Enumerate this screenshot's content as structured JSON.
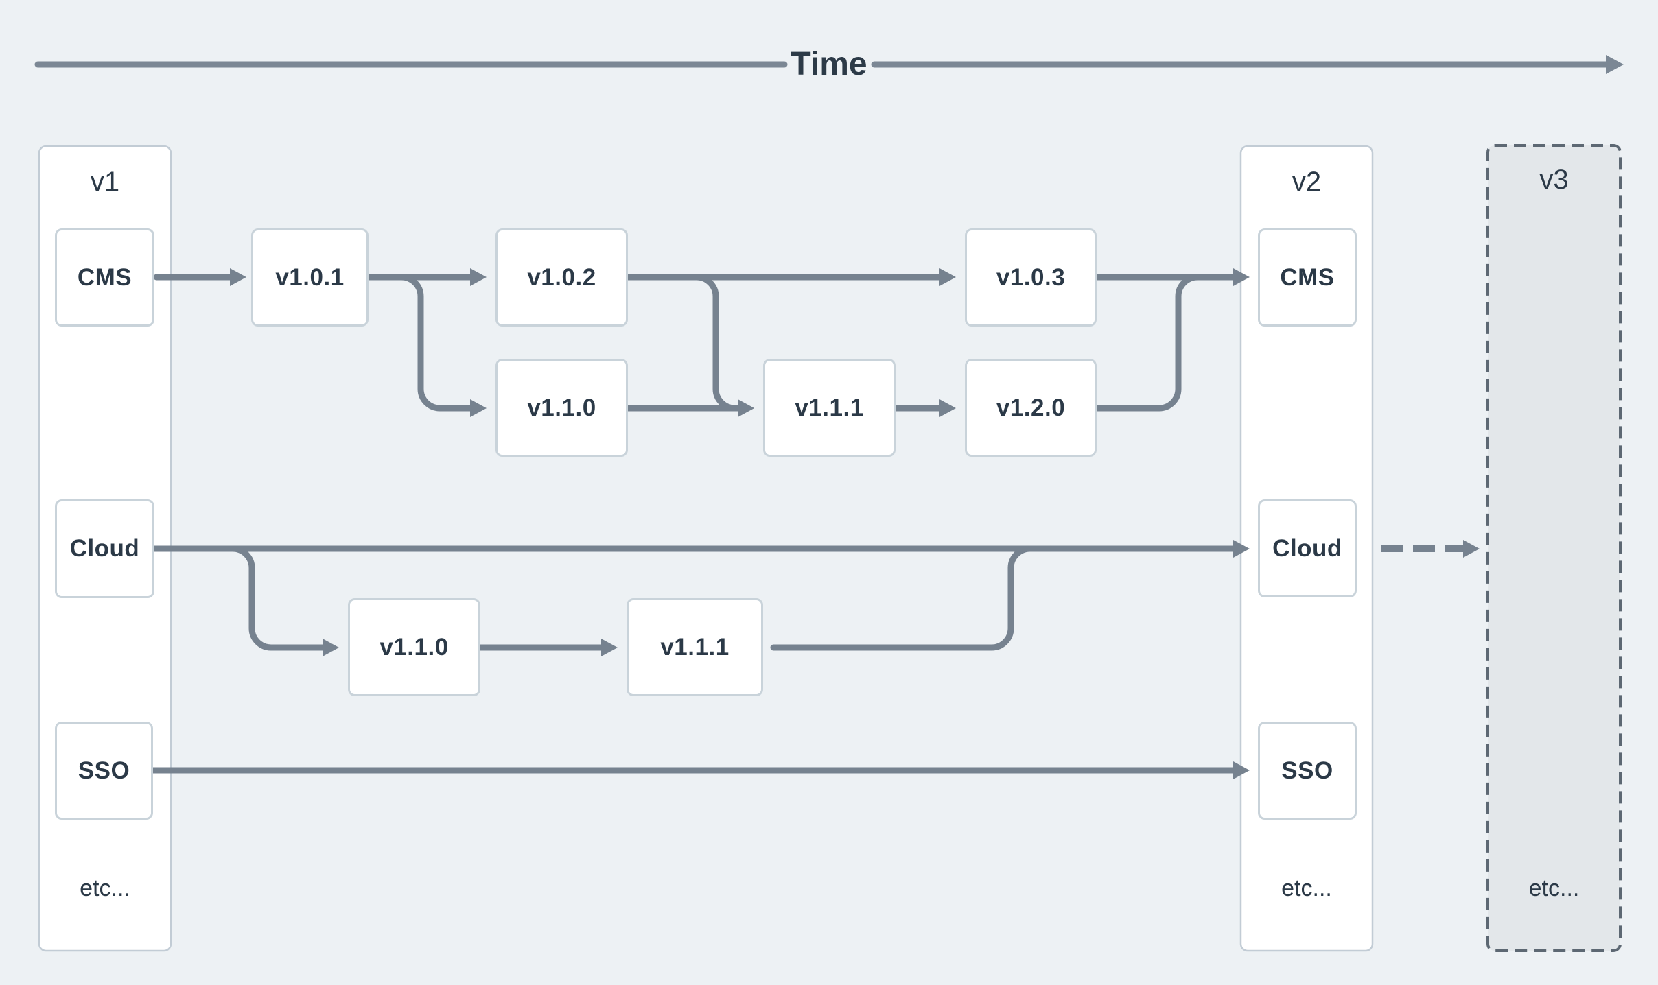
{
  "page": {
    "title_label": "Time"
  },
  "colors": {
    "background": "#edf1f4",
    "arrow": "#76828f",
    "time_line": "#7b8794",
    "text": "#2b3947",
    "box_fill": "#ffffff",
    "box_border": "#c9d3da",
    "column_fill": "#ffffff",
    "column_border": "#c2ccd5",
    "v3_fill": "#e3e7ea",
    "v3_border": "#5d6873"
  },
  "columns": [
    {
      "label": "v1",
      "etc_label": "etc...",
      "variant": "solid"
    },
    {
      "label": "v2",
      "etc_label": "etc...",
      "variant": "solid"
    },
    {
      "label": "v3",
      "etc_label": "etc...",
      "variant": "dashed-planned"
    }
  ],
  "tracks": [
    {
      "name": "CMS",
      "nodes": [
        {
          "id": "cms-v1",
          "label": "CMS"
        },
        {
          "id": "v1.0.1",
          "label": "v1.0.1"
        },
        {
          "id": "v1.0.2",
          "label": "v1.0.2"
        },
        {
          "id": "v1.1.0",
          "label": "v1.1.0"
        },
        {
          "id": "v1.1.1",
          "label": "v1.1.1"
        },
        {
          "id": "v1.0.3",
          "label": "v1.0.3"
        },
        {
          "id": "v1.2.0",
          "label": "v1.2.0"
        },
        {
          "id": "cms-v2",
          "label": "CMS"
        }
      ],
      "edges": [
        "cms-v1 -> v1.0.1",
        "v1.0.1 -> v1.0.2",
        "v1.0.1 -> v1.1.0",
        "v1.0.2 -> v1.0.3",
        "v1.0.2 -> v1.1.1",
        "v1.1.0 -> v1.1.1",
        "v1.1.1 -> v1.2.0",
        "v1.0.3 -> cms-v2",
        "v1.2.0 -> cms-v2"
      ]
    },
    {
      "name": "Cloud",
      "nodes": [
        {
          "id": "cloud-v1",
          "label": "Cloud"
        },
        {
          "id": "cloud-v1.1.0",
          "label": "v1.1.0"
        },
        {
          "id": "cloud-v1.1.1",
          "label": "v1.1.1"
        },
        {
          "id": "cloud-v2",
          "label": "Cloud"
        }
      ],
      "edges": [
        "cloud-v1 -> cloud-v2",
        "cloud-v1 -> cloud-v1.1.0",
        "cloud-v1.1.0 -> cloud-v1.1.1",
        "cloud-v1.1.1 -> cloud-v2",
        "cloud-v2 -> v3 (dashed planned)"
      ]
    },
    {
      "name": "SSO",
      "nodes": [
        {
          "id": "sso-v1",
          "label": "SSO"
        },
        {
          "id": "sso-v2",
          "label": "SSO"
        }
      ],
      "edges": [
        "sso-v1 -> sso-v2"
      ]
    }
  ]
}
